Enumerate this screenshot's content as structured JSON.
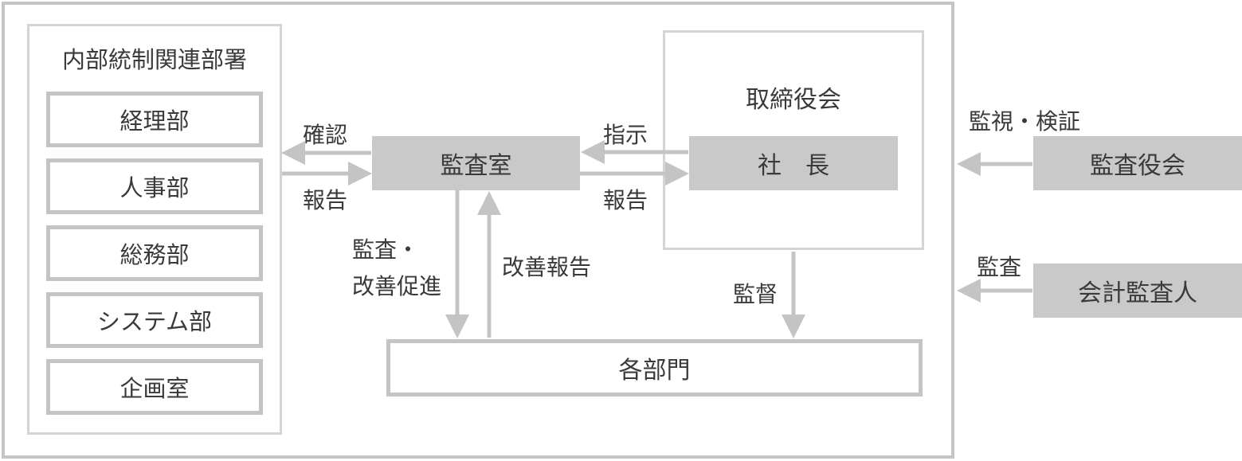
{
  "internal_group": {
    "title": "内部統制関連部署",
    "departments": [
      "経理部",
      "人事部",
      "総務部",
      "システム部",
      "企画室"
    ]
  },
  "audit_office": "監査室",
  "board": {
    "title": "取締役会",
    "president": "社　長"
  },
  "all_departments": "各部門",
  "auditors_board": "監査役会",
  "accounting_auditor": "会計監査人",
  "labels": {
    "confirm": "確認",
    "report_to_audit": "報告",
    "instruction": "指示",
    "report_to_president": "報告",
    "audit_promote_line1": "監査・",
    "audit_promote_line2": "改善促進",
    "improvement_report": "改善報告",
    "supervision": "監督",
    "monitor_verify": "監視・検証",
    "audit": "監査"
  },
  "colors": {
    "arrow": "#c4c4c4",
    "box_fill": "#c9c9c9",
    "border": "#c4c4c4",
    "text": "#3a3a3a"
  }
}
